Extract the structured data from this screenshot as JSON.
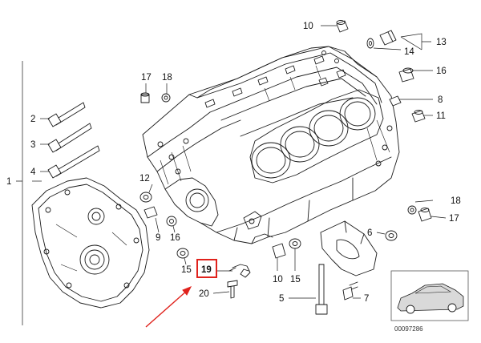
{
  "diagram": {
    "reference_code": "00097286",
    "colors": {
      "highlight": "#e0221c",
      "line": "#1a1a1a",
      "background": "#ffffff"
    },
    "callouts": {
      "c1": "1",
      "c2": "2",
      "c3": "3",
      "c4": "4",
      "c5": "5",
      "c6": "6",
      "c7": "7",
      "c8": "8",
      "c9": "9",
      "c10a": "10",
      "c10b": "10",
      "c11": "11",
      "c12": "12",
      "c13": "13",
      "c14": "14",
      "c15a": "15",
      "c15b": "15",
      "c16a": "16",
      "c16b": "16",
      "c17a": "17",
      "c17b": "17",
      "c18a": "18",
      "c18b": "18",
      "c19": "19",
      "c20": "20"
    },
    "highlighted_callout": "19"
  }
}
